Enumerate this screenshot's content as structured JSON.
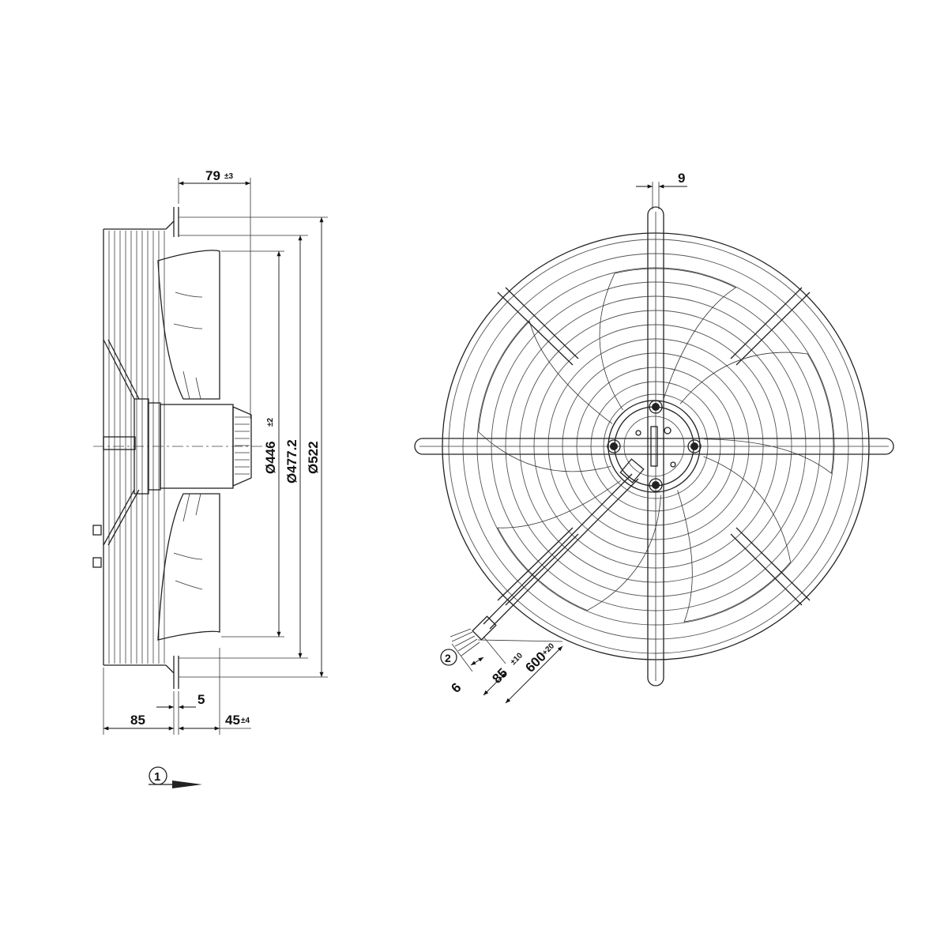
{
  "side_view": {
    "dim_top": {
      "value": "79",
      "tol": "±3"
    },
    "dim_d1": {
      "value": "Ø446",
      "tol": "±2"
    },
    "dim_d2": {
      "value": "Ø477.2"
    },
    "dim_d3": {
      "value": "Ø522"
    },
    "dim_left": {
      "value": "85"
    },
    "dim_mid": {
      "value": "5"
    },
    "dim_right": {
      "value": "45",
      "tol": "±4"
    }
  },
  "front_view": {
    "dim_top": {
      "value": "9"
    },
    "dim_cable_end": {
      "value": "6"
    },
    "dim_strip": {
      "value": "85",
      "tol": "±10"
    },
    "dim_cable": {
      "value": "600",
      "tol": "+20"
    }
  },
  "callouts": {
    "airflow": "1",
    "cable": "2"
  }
}
